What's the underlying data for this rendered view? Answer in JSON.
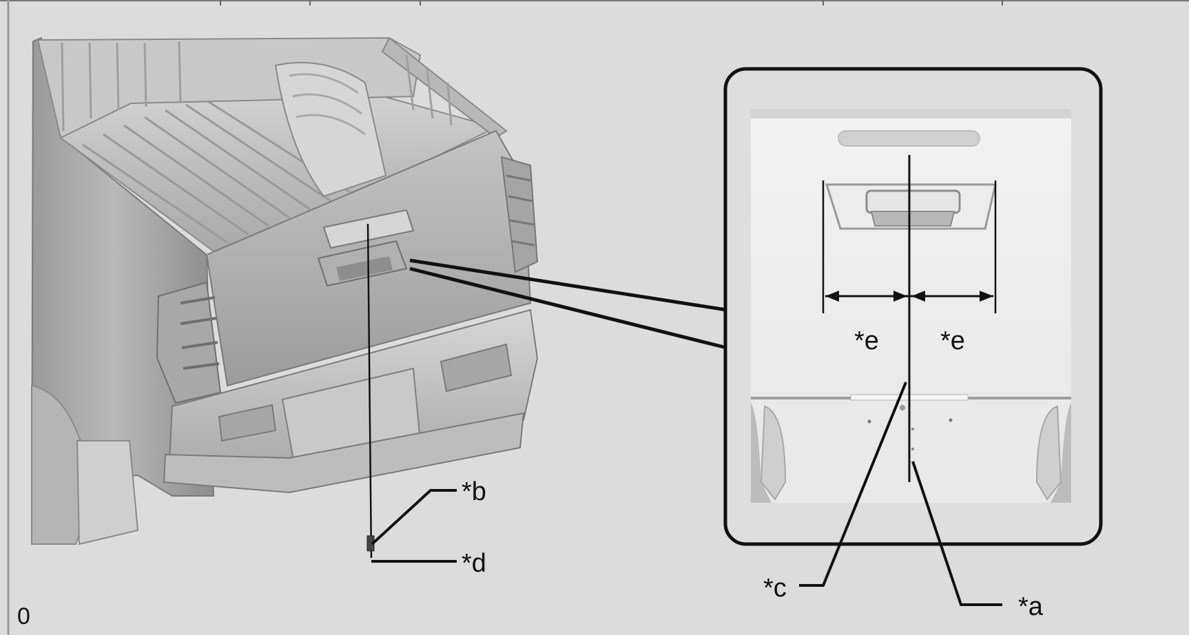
{
  "diagram": {
    "callouts": {
      "a": "*a",
      "b": "*b",
      "c": "*c",
      "d": "*d",
      "e_left": "*e",
      "e_right": "*e"
    },
    "corner_label": "0"
  },
  "icons": [
    "pickup-truck-rear-illustration",
    "tailgate-detail-illustration"
  ]
}
